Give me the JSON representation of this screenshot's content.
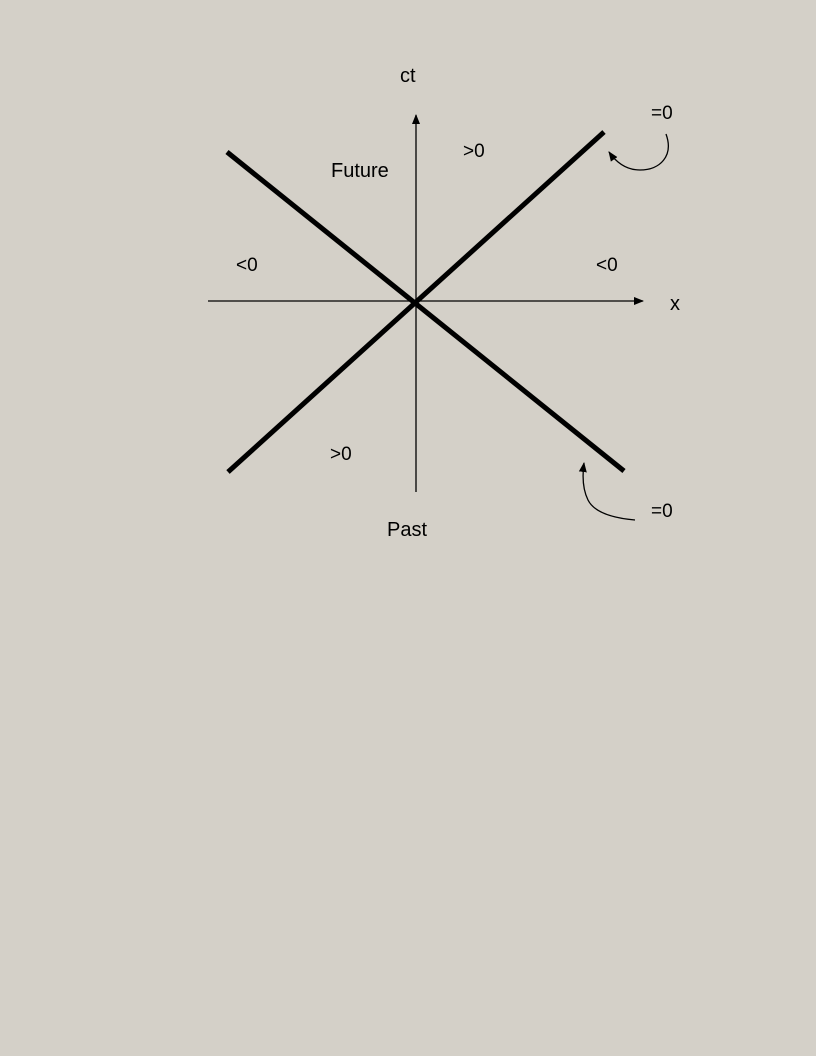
{
  "diagram": {
    "axes": {
      "vertical_label": "ct",
      "horizontal_label": "x"
    },
    "regions": {
      "future": "Future",
      "past": "Past",
      "top": ">0",
      "bottom": ">0",
      "left": "<0",
      "right": "<0"
    },
    "light_cone": {
      "upper_label": "=0",
      "lower_label": "=0"
    },
    "colors": {
      "background": "#d4d0c8",
      "ink": "#000000"
    }
  }
}
